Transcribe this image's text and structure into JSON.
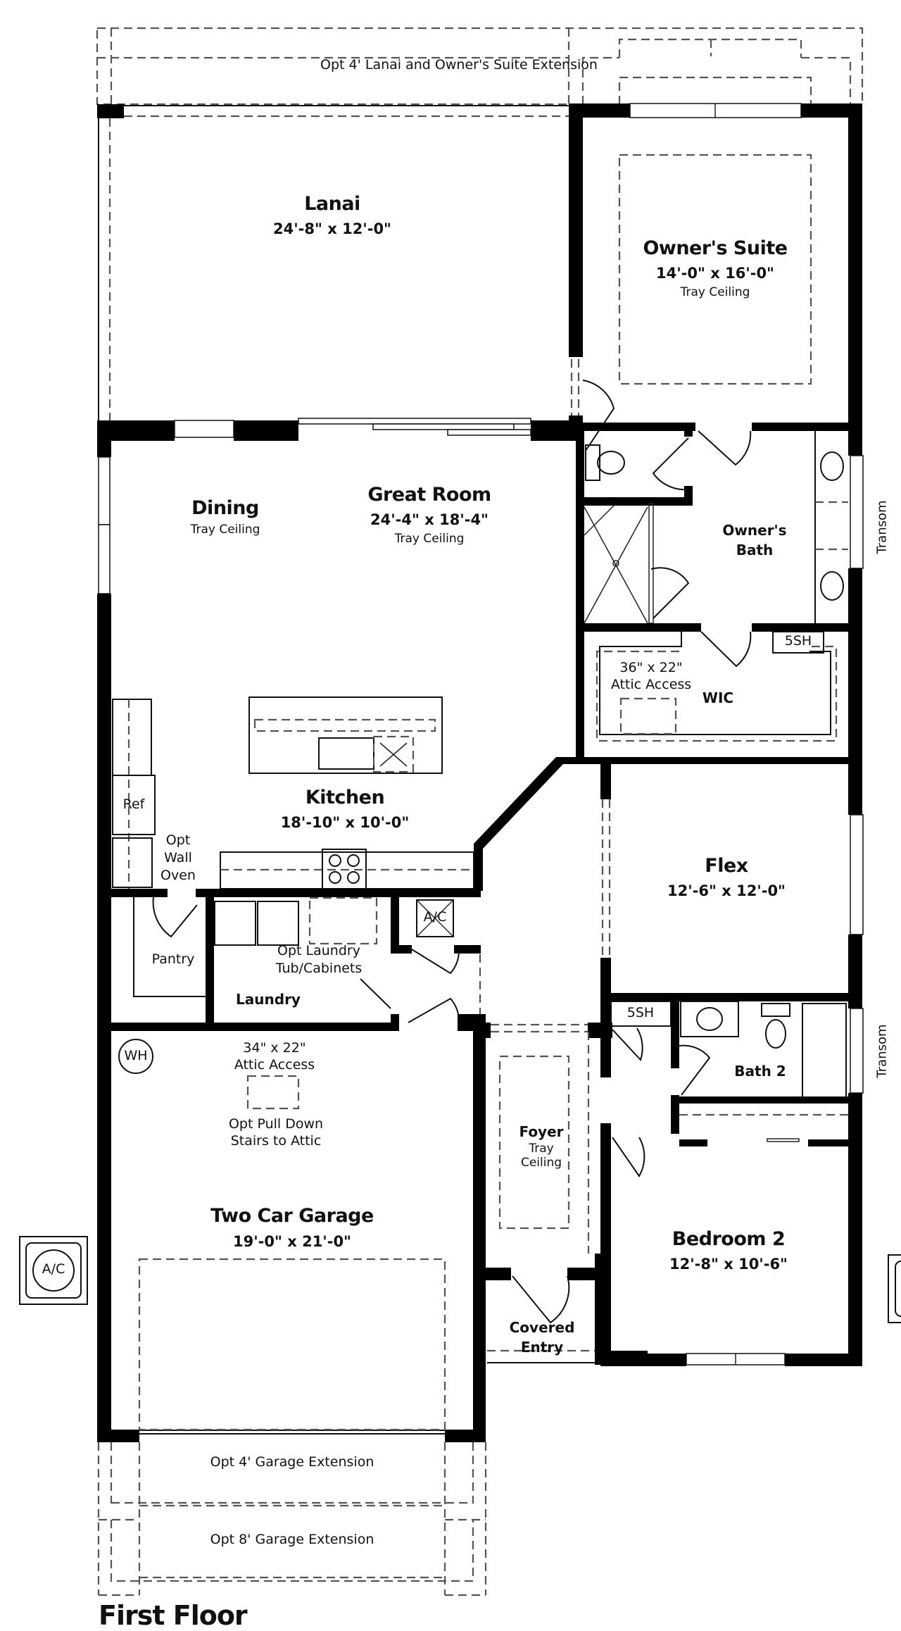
{
  "plan": {
    "title": "First Floor",
    "options": {
      "lanai_ext": "Opt 4' Lanai and Owner's Suite Extension",
      "garage_ext_4": "Opt 4' Garage Extension",
      "garage_ext_8": "Opt 8' Garage Extension"
    },
    "rooms": {
      "lanai": {
        "name": "Lanai",
        "dim": "24'-8\" x 12'-0\""
      },
      "owners_suite": {
        "name": "Owner's Suite",
        "dim": "14'-0\" x 16'-0\"",
        "note": "Tray Ceiling"
      },
      "dining": {
        "name": "Dining",
        "note": "Tray Ceiling"
      },
      "great_room": {
        "name": "Great Room",
        "dim": "24'-4\" x 18'-4\"",
        "note": "Tray Ceiling"
      },
      "owners_bath": {
        "name_line1": "Owner's",
        "name_line2": "Bath"
      },
      "wic": {
        "name": "WIC",
        "attic_line1": "36\" x 22\"",
        "attic_line2": "Attic Access",
        "shelf": "5SH"
      },
      "kitchen": {
        "name": "Kitchen",
        "dim": "18'-10\" x 10'-0\""
      },
      "ref": "Ref",
      "wall_oven": {
        "line1": "Opt",
        "line2": "Wall",
        "line3": "Oven"
      },
      "pantry": "Pantry",
      "laundry": {
        "name": "Laundry",
        "opt_line1": "Opt Laundry",
        "opt_line2": "Tub/Cabinets"
      },
      "ac_closet": "A/C",
      "flex": {
        "name": "Flex",
        "dim": "12'-6\" x 12'-0\""
      },
      "bath2": {
        "name": "Bath 2",
        "shelf": "5SH"
      },
      "garage": {
        "name": "Two Car Garage",
        "dim": "19'-0\" x 21'-0\"",
        "wh": "WH",
        "attic_line1": "34\" x 22\"",
        "attic_line2": "Attic Access",
        "stairs_line1": "Opt Pull Down",
        "stairs_line2": "Stairs to Attic"
      },
      "foyer": {
        "name": "Foyer",
        "note_line1": "Tray",
        "note_line2": "Ceiling"
      },
      "bedroom2": {
        "name": "Bedroom 2",
        "dim": "12'-8\" x 10'-6\""
      },
      "covered_entry": {
        "line1": "Covered",
        "line2": "Entry"
      }
    },
    "transom_labels": [
      "Transom",
      "Transom"
    ],
    "exterior_ac": "A/C"
  }
}
